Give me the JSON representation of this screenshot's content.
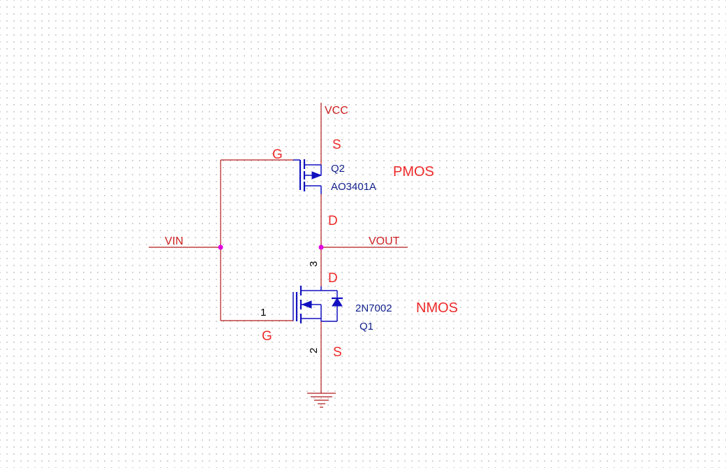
{
  "nets": {
    "vcc": "VCC",
    "vin": "VIN",
    "vout": "VOUT"
  },
  "pmos": {
    "refdes": "Q2",
    "part": "AO3401A",
    "type_label": "PMOS",
    "gate_label": "G",
    "source_label": "S",
    "drain_label": "D"
  },
  "nmos": {
    "refdes": "Q1",
    "part": "2N7002",
    "type_label": "NMOS",
    "gate_label": "G",
    "source_label": "S",
    "drain_label": "D",
    "pin_gate": "1",
    "pin_source": "2",
    "pin_drain": "3"
  },
  "colors": {
    "wire": "#b31b1b",
    "device": "#1010c0",
    "junction": "#e000e0",
    "annotation": "#ee2a2a",
    "part_text": "#10208a"
  }
}
